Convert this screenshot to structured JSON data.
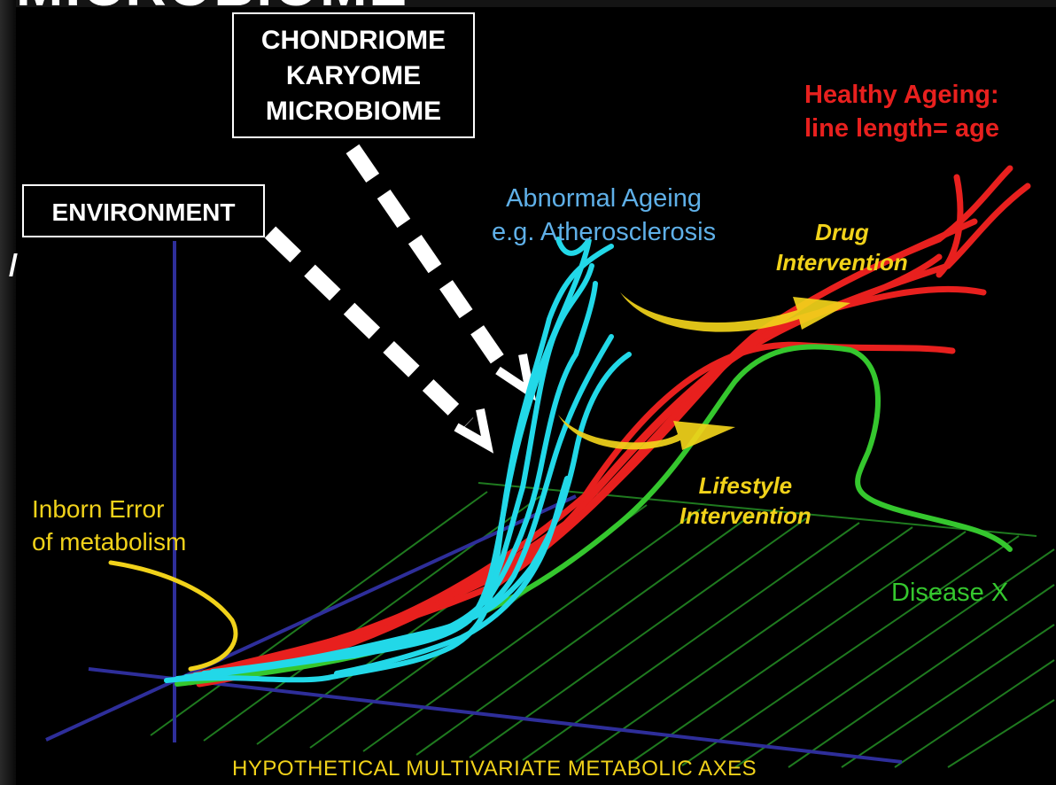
{
  "title_fragment": "MICROBIOME",
  "boxes": {
    "chondriome": [
      "CHONDRIOME",
      "KARYOME",
      "MICROBIOME"
    ],
    "environment": "ENVIRONMENT"
  },
  "labels": {
    "healthy": [
      "Healthy Ageing:",
      "line length= age"
    ],
    "abnormal": [
      "Abnormal Ageing",
      "e.g. Atherosclerosis"
    ],
    "drug": [
      "Drug",
      "Intervention"
    ],
    "lifestyle": [
      "Lifestyle",
      "Intervention"
    ],
    "inborn": [
      "Inborn Error",
      "of metabolism"
    ],
    "disease": "Disease X",
    "axes": "HYPOTHETICAL MULTIVARIATE METABOLIC AXES"
  },
  "colors": {
    "healthy": "#e8201e",
    "abnormal": "#22d8e8",
    "abnormal_label": "#5fb0e8",
    "intervention": "#f1d21a",
    "disease": "#35c72e",
    "axis": "#2e2e9a",
    "grid": "#1f7a1f",
    "box_border": "#ffffff"
  }
}
